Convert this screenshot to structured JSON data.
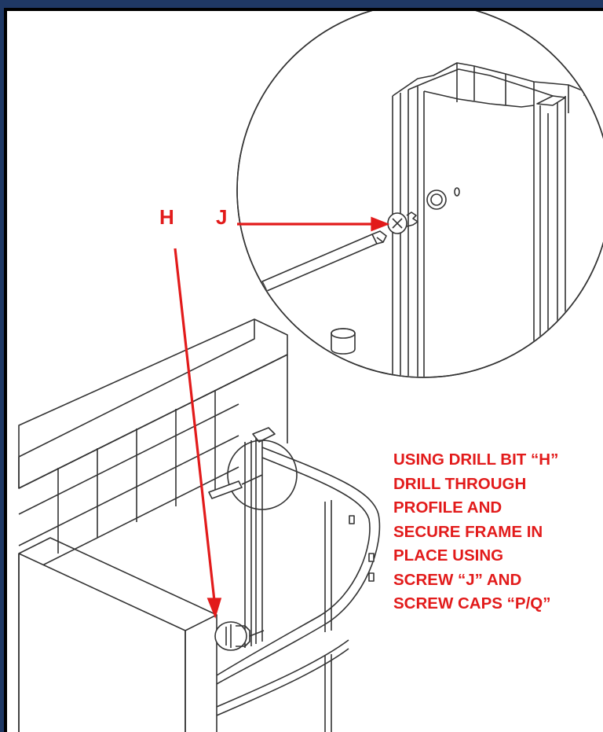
{
  "callouts": {
    "h": "H",
    "j": "J"
  },
  "instructions": {
    "lines": [
      "USING DRILL BIT “H”",
      "DRILL THROUGH",
      "PROFILE AND",
      "SECURE FRAME IN",
      "PLACE USING",
      "SCREW “J” AND",
      "SCREW CAPS “P/Q”"
    ]
  },
  "colors": {
    "annotation": "#e21b1b",
    "border": "#1f3864",
    "linework": "#333333"
  }
}
